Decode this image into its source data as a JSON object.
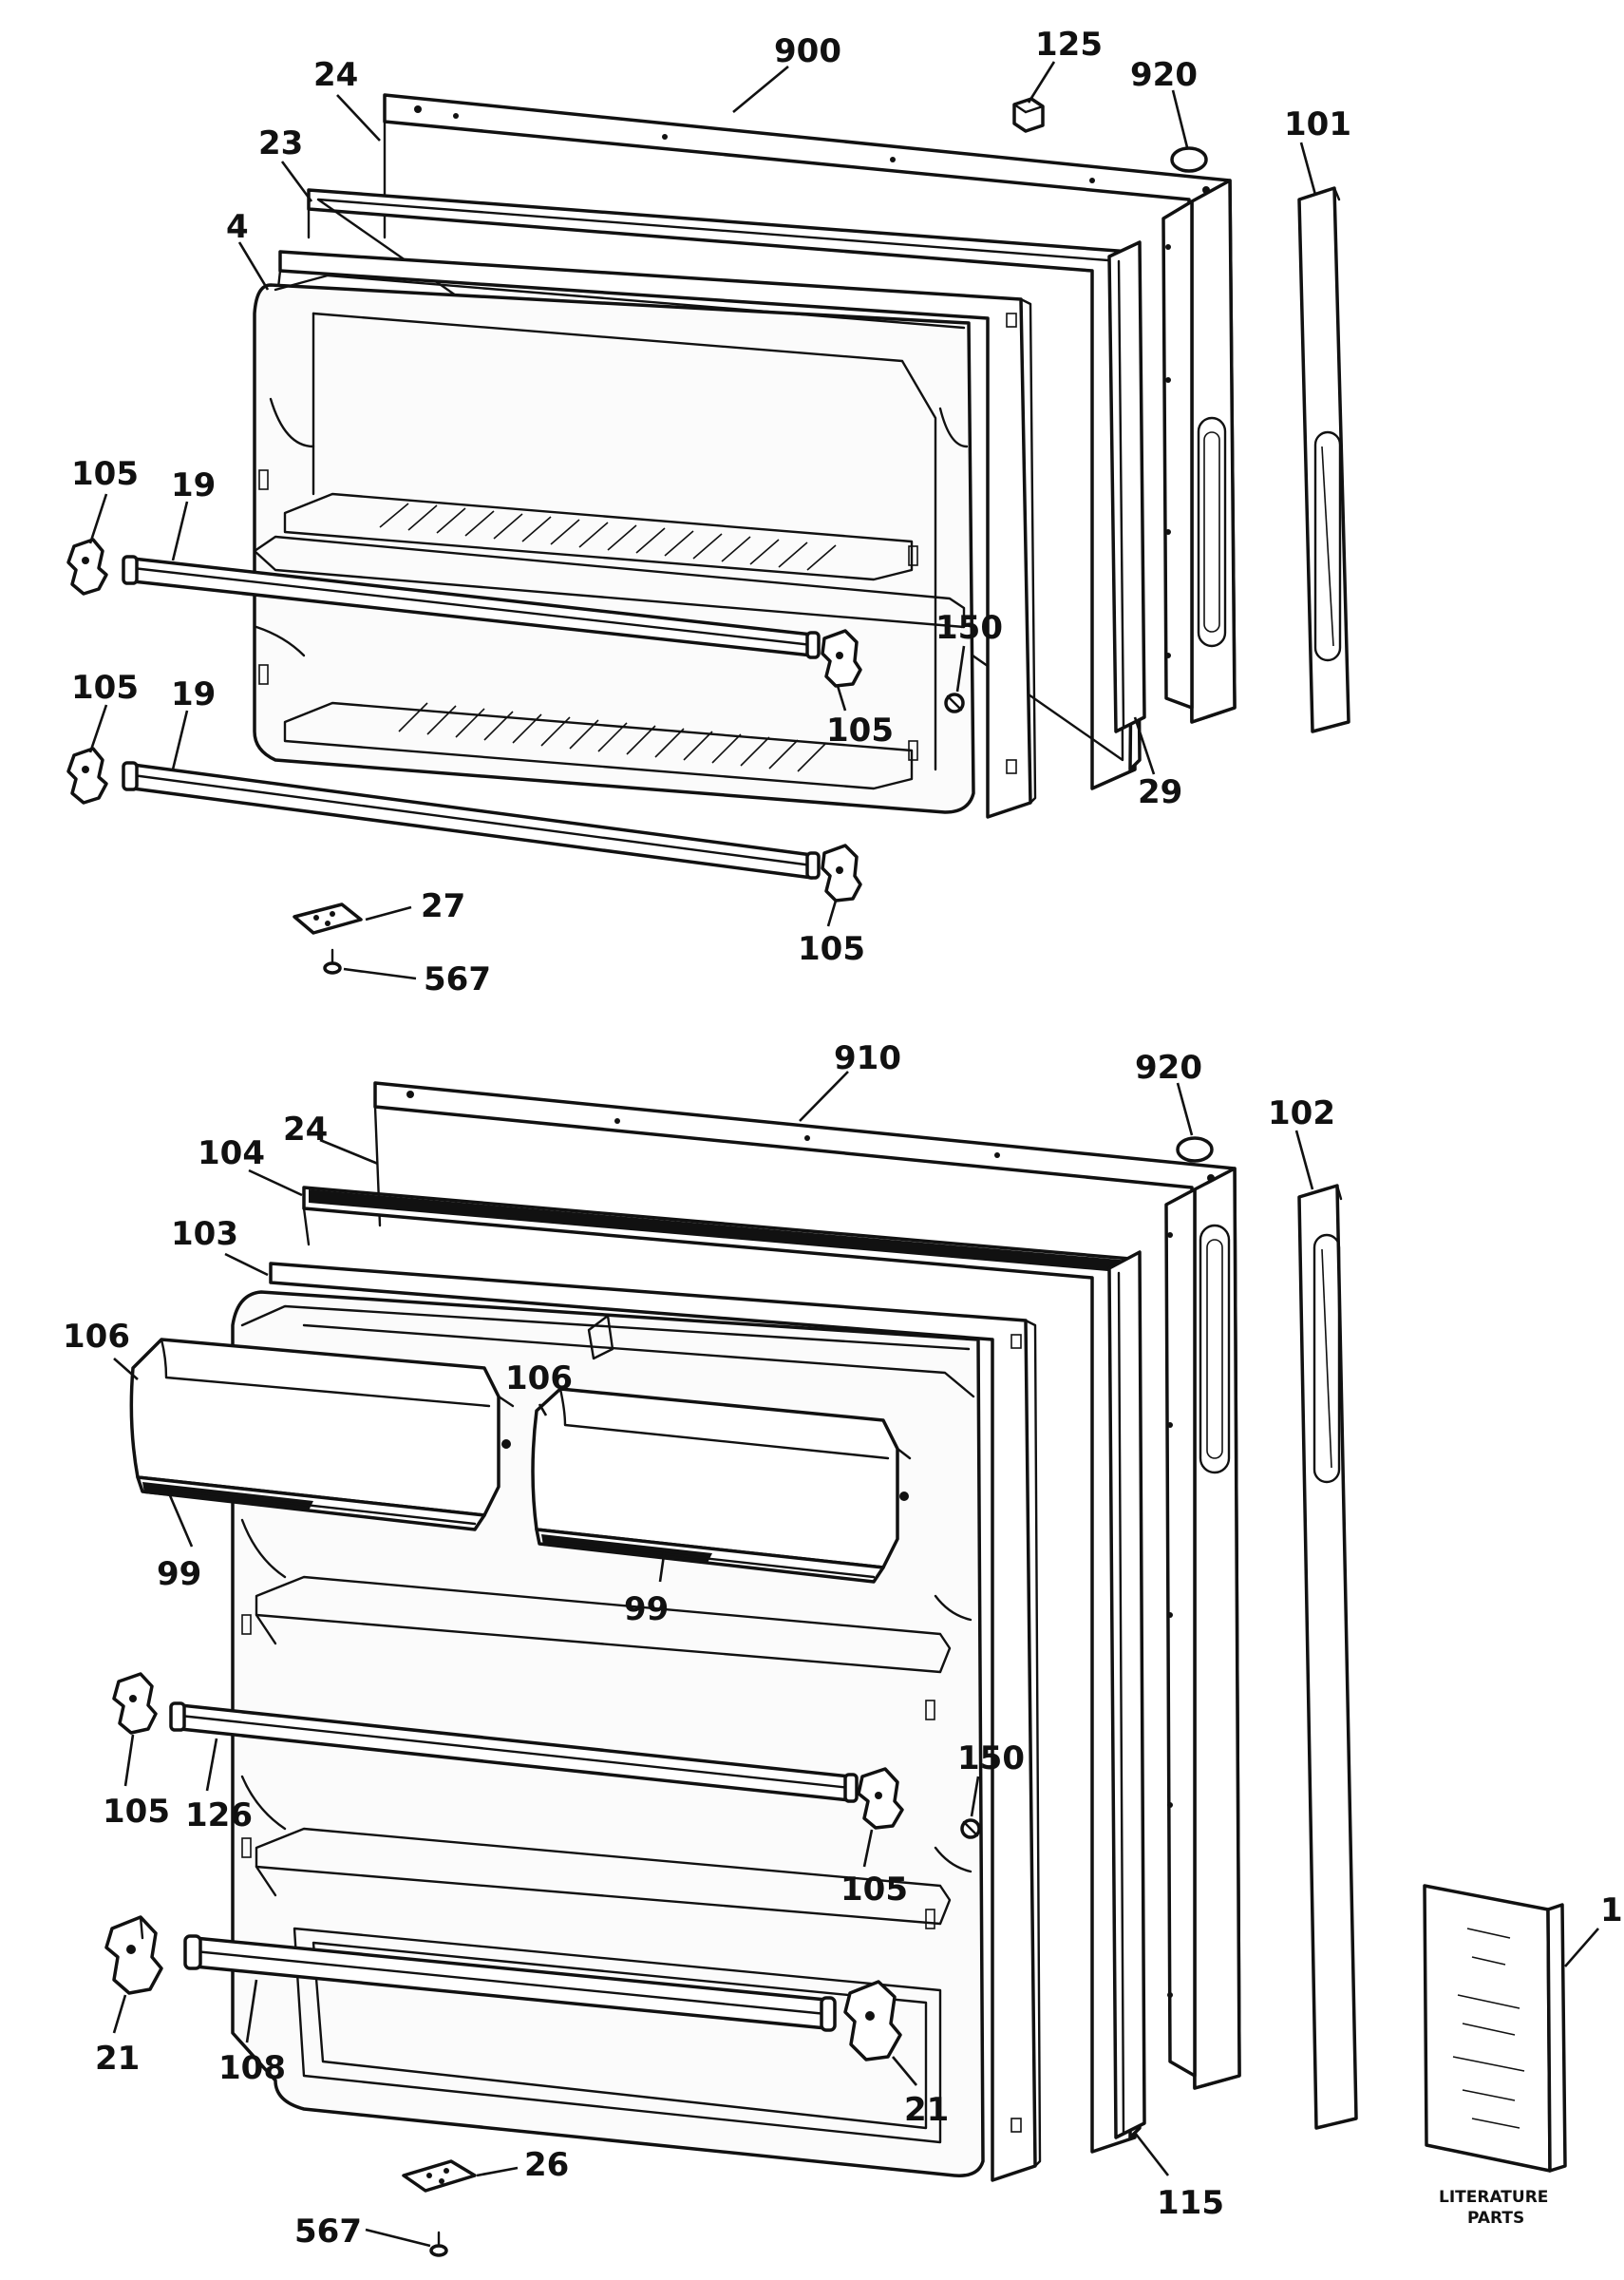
{
  "diagram": {
    "callouts": {
      "c900": "900",
      "c125": "125",
      "c920a": "920",
      "c101": "101",
      "c24a": "24",
      "c23": "23",
      "c4": "4",
      "c105a": "105",
      "c19a": "19",
      "c105b": "105",
      "c19b": "19",
      "c150a": "150",
      "c105c": "105",
      "c29": "29",
      "c105d": "105",
      "c27": "27",
      "c567a": "567",
      "c910": "910",
      "c920b": "920",
      "c102": "102",
      "c24b": "24",
      "c104": "104",
      "c103": "103",
      "c106a": "106",
      "c106b": "106",
      "c99a": "99",
      "c99b": "99",
      "c105e": "105",
      "c126": "126",
      "c150b": "150",
      "c105f": "105",
      "c21a": "21",
      "c108": "108",
      "c21b": "21",
      "c115": "115",
      "c1": "1",
      "c26": "26",
      "c567b": "567"
    },
    "literature": {
      "line1": "LITERATURE",
      "line2": "PARTS"
    }
  }
}
